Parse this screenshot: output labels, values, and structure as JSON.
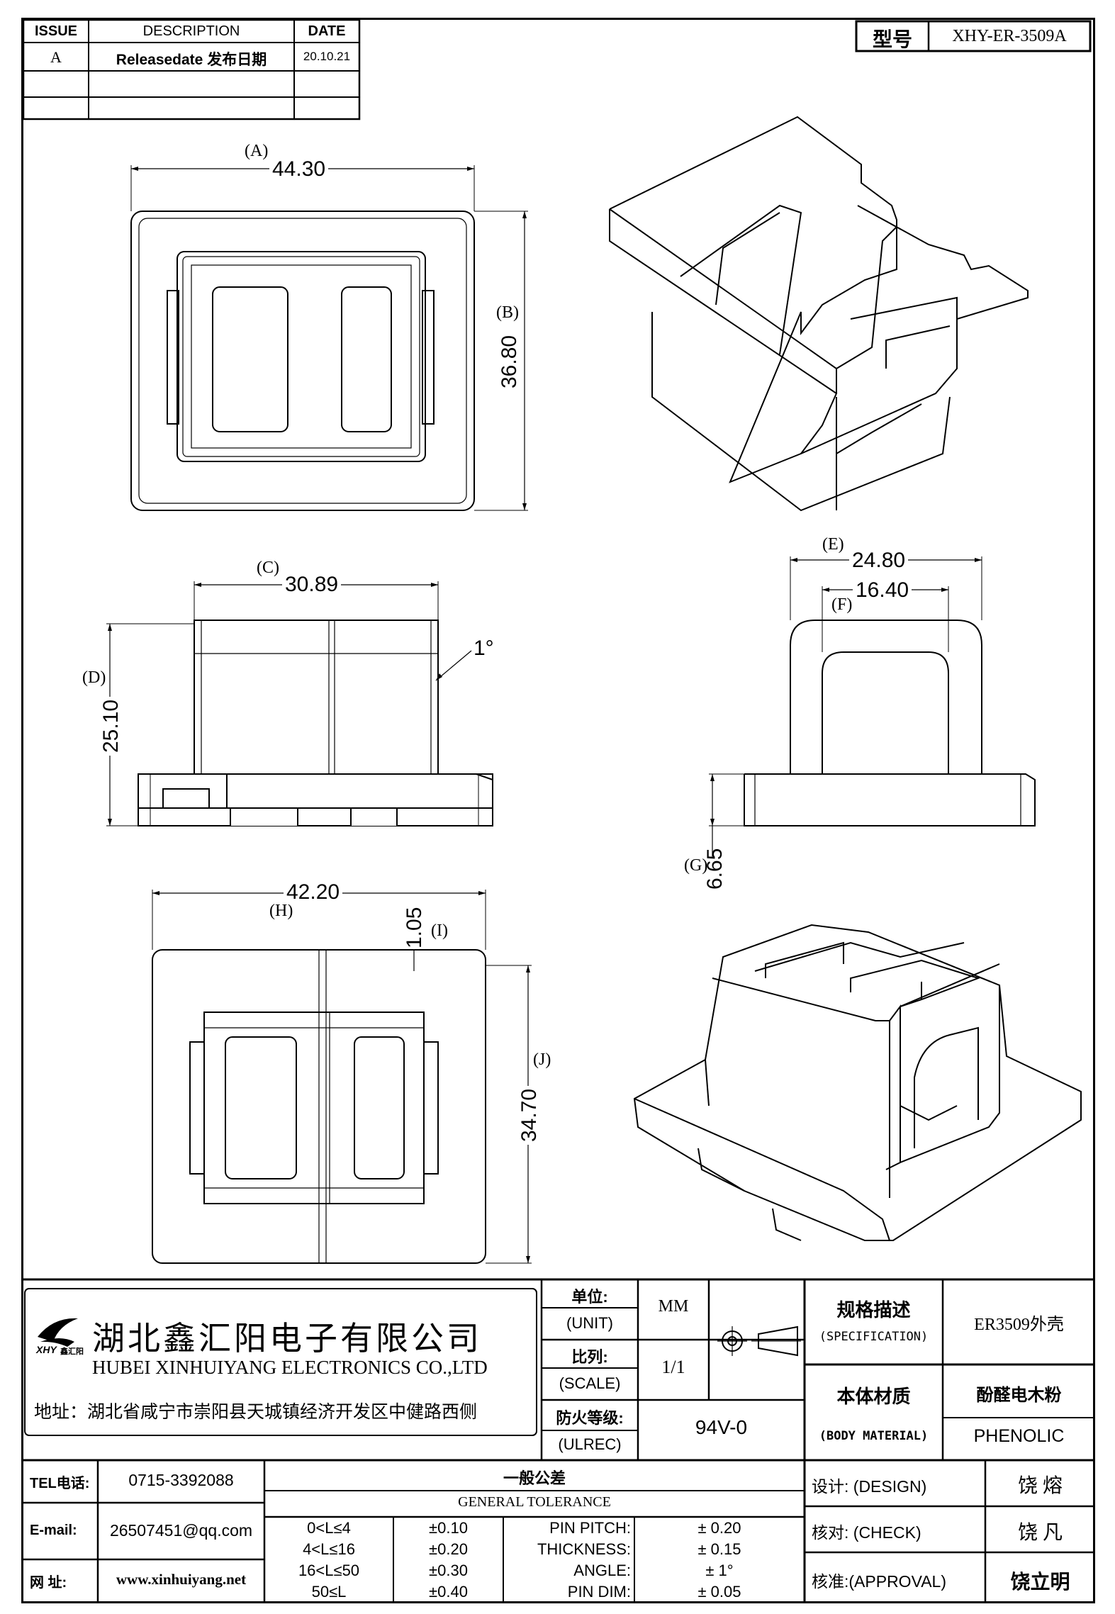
{
  "revision": {
    "headers": {
      "issue": "ISSUE",
      "description": "DESCRIPTION",
      "date": "DATE"
    },
    "rows": [
      {
        "issue": "A",
        "description": "Releasedate 发布日期",
        "date": "20.10.21"
      }
    ]
  },
  "model": {
    "label": "型号",
    "value": "XHY-ER-3509A"
  },
  "dimensions": {
    "A": {
      "tag": "(A)",
      "value": "44.30"
    },
    "B": {
      "tag": "(B)",
      "value": "36.80"
    },
    "C": {
      "tag": "(C)",
      "value": "30.89"
    },
    "D": {
      "tag": "(D)",
      "value": "25.10"
    },
    "E": {
      "tag": "(E)",
      "value": "24.80"
    },
    "F": {
      "tag": "(F)",
      "value": "16.40"
    },
    "G": {
      "tag": "(G)",
      "value": "6.65"
    },
    "H": {
      "tag": "(H)",
      "value": "42.20"
    },
    "I": {
      "tag": "(I)",
      "value": "1.05"
    },
    "J": {
      "tag": "(J)",
      "value": "34.70"
    },
    "angle": "1°"
  },
  "company": {
    "logo_text": "XHY",
    "logo_sub": "鑫汇阳",
    "name_cn": "湖北鑫汇阳电子有限公司",
    "name_en": "HUBEI XINHUIYANG ELECTRONICS CO.,LTD",
    "address": "地址：湖北省咸宁市崇阳县天城镇经济开发区中健路西侧"
  },
  "specs": {
    "unit_label": "单位:",
    "unit_label_en": "(UNIT)",
    "unit_value": "MM",
    "scale_label": "比列:",
    "scale_label_en": "(SCALE)",
    "scale_value": "1/1",
    "fire_label": "防火等级:",
    "fire_label_en": "(ULREC)",
    "fire_value": "94V-0",
    "spec_label": "规格描述",
    "spec_label_en": "(SPECIFICATION)",
    "spec_value": "ER3509外壳",
    "material_label": "本体材质",
    "material_label_en": "(BODY MATERIAL)",
    "material_value_cn": "酚醛电木粉",
    "material_value_en": "PHENOLIC"
  },
  "contact": {
    "tel_label": "TEL电话:",
    "tel": "0715-3392088",
    "email_label": "E-mail:",
    "email": "26507451@qq.com",
    "web_label": "网   址:",
    "web": "www.xinhuiyang.net"
  },
  "tolerance": {
    "title_cn": "一般公差",
    "title_en": "GENERAL TOLERANCE",
    "ranges": [
      {
        "range": "0<L≤4",
        "tol": "±0.10"
      },
      {
        "range": "4<L≤16",
        "tol": "±0.20"
      },
      {
        "range": "16<L≤50",
        "tol": "±0.30"
      },
      {
        "range": "50≤L",
        "tol": "±0.40"
      }
    ],
    "others": [
      {
        "label": "PIN PITCH:",
        "value": "±  0.20"
      },
      {
        "label": "THICKNESS:",
        "value": "±  0.15"
      },
      {
        "label": "ANGLE:",
        "value": "±  1°"
      },
      {
        "label": "PIN DIM:",
        "value": "±  0.05"
      }
    ]
  },
  "signoff": {
    "design_label": "设计: (DESIGN)",
    "design_name": "饶  熔",
    "check_label": "核对: (CHECK)",
    "check_name": "饶  凡",
    "approval_label": "核准:(APPROVAL)",
    "approval_name": "饶立明"
  }
}
